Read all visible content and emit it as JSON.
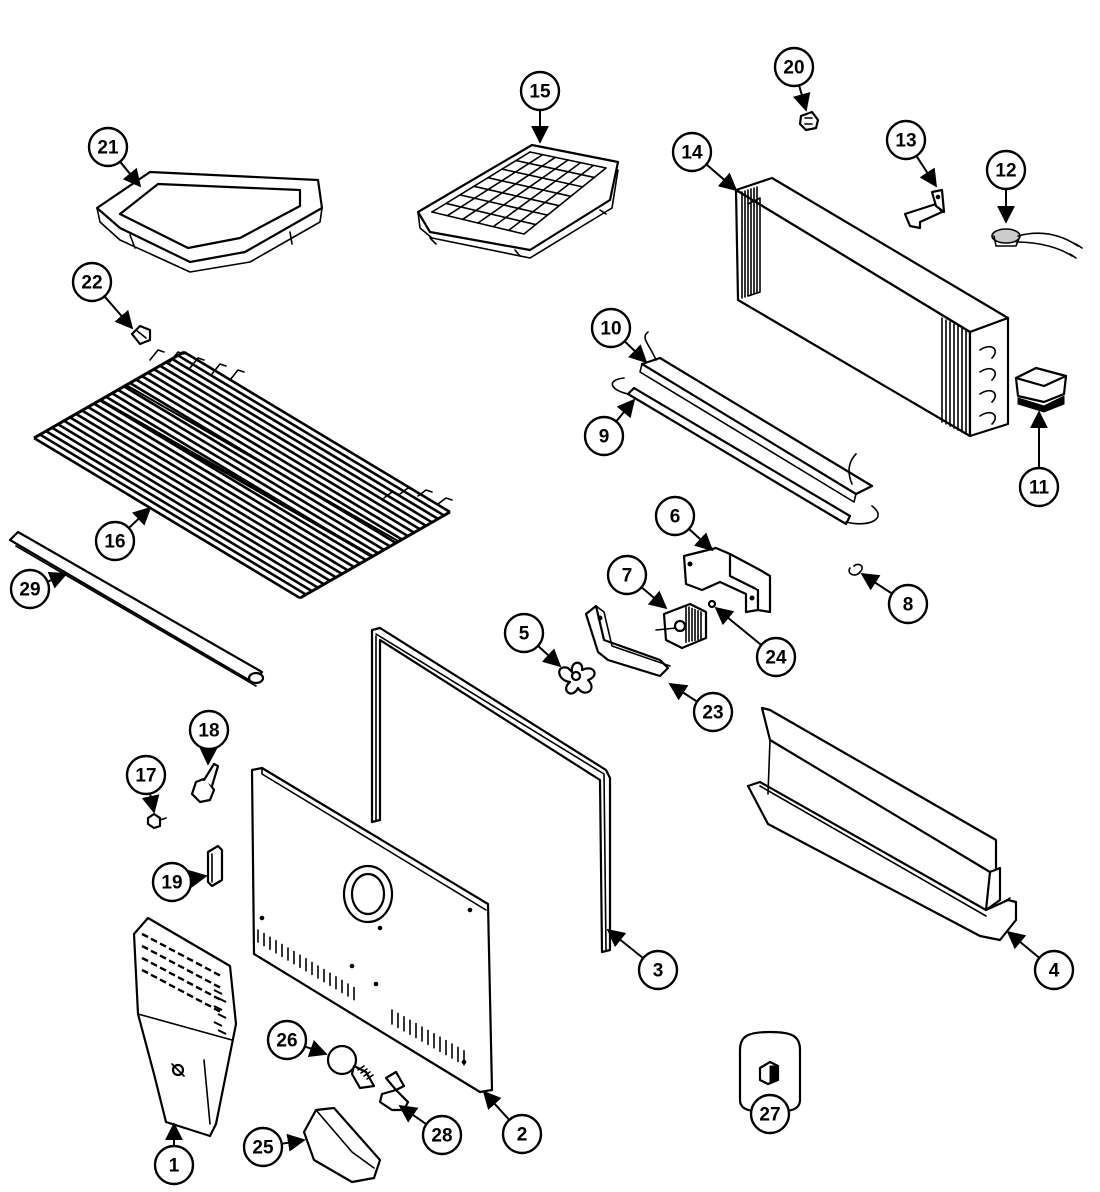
{
  "diagram": {
    "parts": [
      {
        "id": "p1",
        "label": "1"
      },
      {
        "id": "p2",
        "label": "2"
      },
      {
        "id": "p3",
        "label": "3"
      },
      {
        "id": "p4",
        "label": "4"
      },
      {
        "id": "p5",
        "label": "5"
      },
      {
        "id": "p6",
        "label": "6"
      },
      {
        "id": "p7",
        "label": "7"
      },
      {
        "id": "p8",
        "label": "8"
      },
      {
        "id": "p9",
        "label": "9"
      },
      {
        "id": "p10",
        "label": "10"
      },
      {
        "id": "p11",
        "label": "11"
      },
      {
        "id": "p12",
        "label": "12"
      },
      {
        "id": "p13",
        "label": "13"
      },
      {
        "id": "p14",
        "label": "14"
      },
      {
        "id": "p15",
        "label": "15"
      },
      {
        "id": "p16",
        "label": "16"
      },
      {
        "id": "p17",
        "label": "17"
      },
      {
        "id": "p18",
        "label": "18"
      },
      {
        "id": "p19",
        "label": "19"
      },
      {
        "id": "p20",
        "label": "20"
      },
      {
        "id": "p21",
        "label": "21"
      },
      {
        "id": "p22",
        "label": "22"
      },
      {
        "id": "p23",
        "label": "23"
      },
      {
        "id": "p24",
        "label": "24"
      },
      {
        "id": "p25",
        "label": "25"
      },
      {
        "id": "p26",
        "label": "26"
      },
      {
        "id": "p27",
        "label": "27"
      },
      {
        "id": "p28",
        "label": "28"
      },
      {
        "id": "p29",
        "label": "29"
      }
    ]
  }
}
